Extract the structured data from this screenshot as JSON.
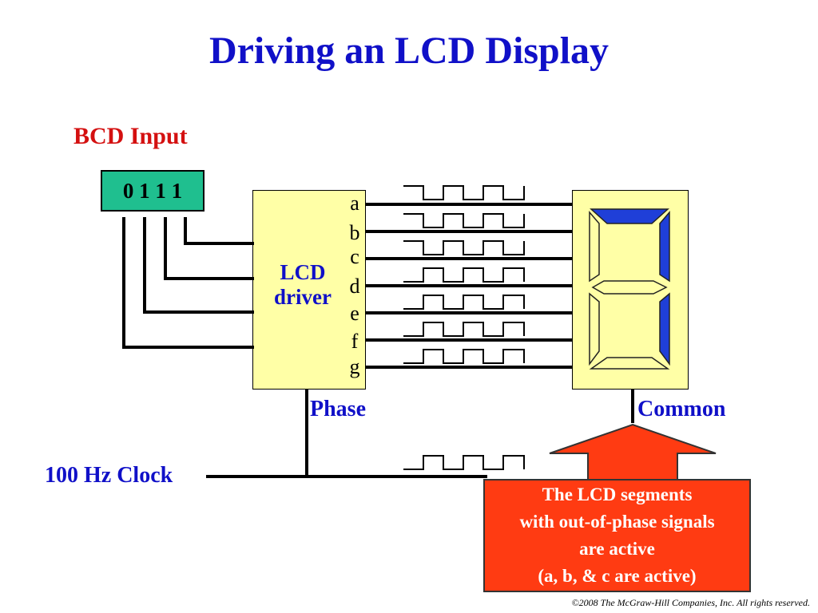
{
  "title": "Driving an LCD Display",
  "bcd": {
    "label": "BCD Input",
    "value": "0 1 1 1"
  },
  "driver": {
    "label_line1": "LCD",
    "label_line2": "driver"
  },
  "segments": [
    {
      "letter": "a",
      "phase": "inverted",
      "active": true
    },
    {
      "letter": "b",
      "phase": "inverted",
      "active": true
    },
    {
      "letter": "c",
      "phase": "inverted",
      "active": true
    },
    {
      "letter": "d",
      "phase": "in-phase",
      "active": false
    },
    {
      "letter": "e",
      "phase": "in-phase",
      "active": false
    },
    {
      "letter": "f",
      "phase": "in-phase",
      "active": false
    },
    {
      "letter": "g",
      "phase": "in-phase",
      "active": false
    }
  ],
  "labels": {
    "phase": "Phase",
    "common": "Common",
    "clock": "100 Hz Clock"
  },
  "callout": {
    "line1": "The LCD segments",
    "line2": "with out-of-phase signals",
    "line3": "are active",
    "line4": "(a, b, & c are active)"
  },
  "copyright": "©2008 The McGraw-Hill Companies, Inc. All rights reserved.",
  "colors": {
    "title": "#1010c8",
    "bcd_label": "#d41010",
    "bcd_box": "#1fbf8f",
    "box_fill": "#ffffa6",
    "segment_on": "#1f3fd8",
    "segment_off": "#ffffa6",
    "callout": "#ff3b12"
  }
}
